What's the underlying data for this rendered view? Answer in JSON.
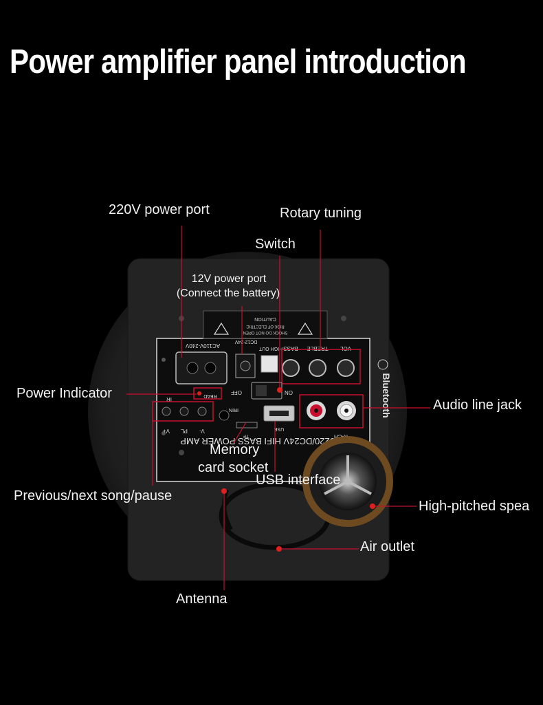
{
  "title": "Power amplifier panel introduction",
  "colors": {
    "background": "#000000",
    "callout_line": "#c8102e",
    "callout_dot": "#e0201e",
    "label_text": "#f2f2f2"
  },
  "labels": {
    "power_port_220v": "220V power port",
    "rotary_tuning": "Rotary tuning",
    "switch": "Switch",
    "power_port_12v_line1": "12V power port",
    "power_port_12v_line2": "(Connect the battery)",
    "power_indicator": "Power Indicator",
    "audio_line_jack": "Audio line jack",
    "memory_card_line1": "Memory",
    "memory_card_line2": "card socket",
    "usb_interface": "USB interface",
    "prev_next_pause": "Previous/next song/pause",
    "high_pitched_speaker": "High-pitched spea",
    "air_outlet": "Air outlet",
    "antenna": "Antenna"
  },
  "panel": {
    "caution_line1": "CAUTION",
    "caution_line2": "RISK OF ELECTRIC",
    "caution_line3": "SHOCK DO NOT OPEN",
    "ac_rating": "AC110V-240V",
    "dc_rating": "DC12-24V",
    "high_out": "HIGH OUT",
    "knob_bass": "BASS",
    "knob_treble": "TREBLE",
    "knob_vol": "VOL",
    "off": "OFF",
    "on": "ON",
    "read": "READ",
    "ir": "IR",
    "irin": "IRIN",
    "tf": "TF",
    "usb": "USB",
    "rch": "R-CH",
    "model": "AC220/DC24V HIFI BASS POWER AMP",
    "btn_labels": [
      "V+",
      "PL",
      "V-"
    ],
    "brand": "Bluetooth"
  }
}
